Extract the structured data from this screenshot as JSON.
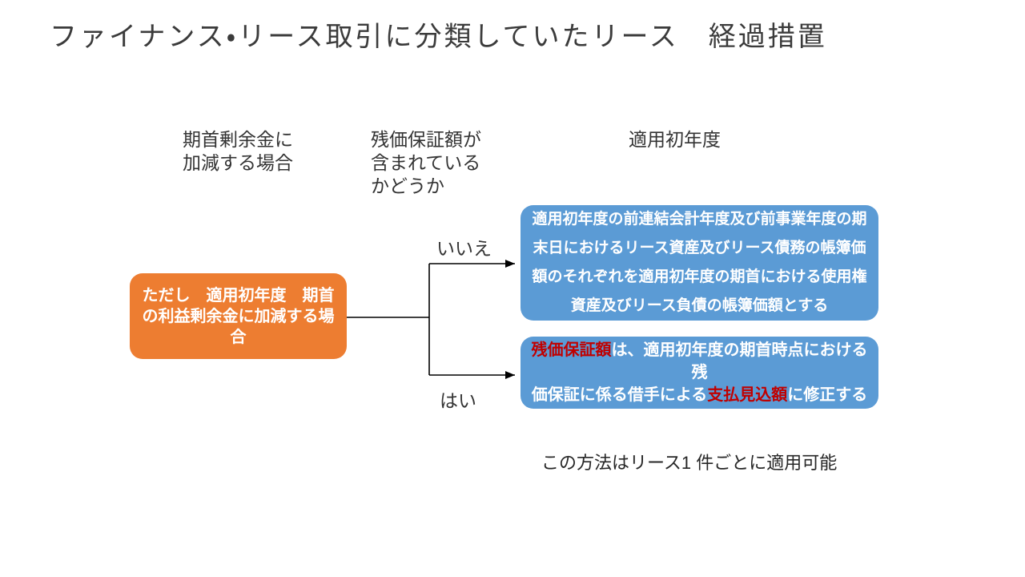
{
  "slide": {
    "title": "ファイナンス・リース取引に分類していたリース　経過措置",
    "headers": [
      {
        "id": "opening-surplus-case",
        "label": "期首剰余金に\n加減する場合"
      },
      {
        "id": "residual-guarantee-included",
        "label": "残価保証額が\n含まれている\nかどうか"
      },
      {
        "id": "first-year-of-application",
        "label": "適用初年度"
      }
    ],
    "decision_box": {
      "label": "ただし　適用初年度　期首\nの利益剰余金に加減する場\n合"
    },
    "branch_labels": {
      "no": "いいえ",
      "yes": "はい"
    },
    "outcome_no": {
      "label": "適用初年度の前連結会計年度及び前事業年度の期\n末日におけるリース資産及びリース債務の帳簿価\n額のそれぞれを適用初年度の期首における使用権\n資産及びリース負債の帳簿価額とする"
    },
    "outcome_yes": {
      "segments": [
        {
          "text": "残価保証額",
          "emphasis": true
        },
        {
          "text": "は、適用初年度の期首時点における残\n価保証に係る借手による",
          "emphasis": false
        },
        {
          "text": "支払見込額",
          "emphasis": true
        },
        {
          "text": "に修正する",
          "emphasis": false
        }
      ]
    },
    "footnote": "この方法はリース1 件ごとに適用可能",
    "colors": {
      "decision_fill": "#ED7D31",
      "outcome_fill": "#5B9BD5",
      "emphasis_text": "#C00000",
      "box_text": "#FFFFFF",
      "connector_line": "#000000",
      "title_text": "#3B3B3B",
      "label_text": "#333333"
    }
  }
}
